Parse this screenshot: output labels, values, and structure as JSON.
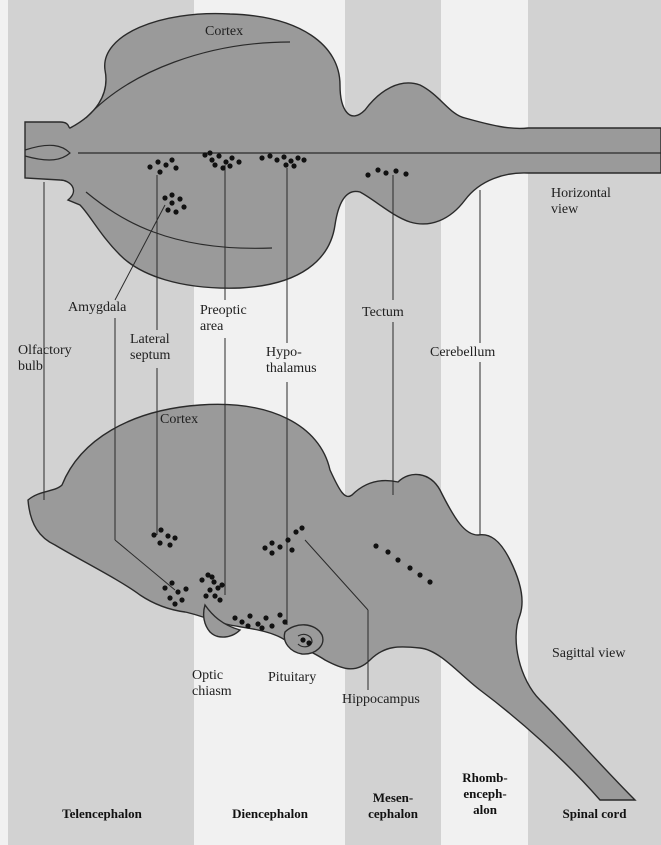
{
  "colors": {
    "band": "#d2d2d2",
    "gap": "#f1f1f1",
    "brain": "#9a9a9a",
    "outline": "#2a2a2a",
    "dot": "#111111"
  },
  "top_view": {
    "cortex": "Cortex",
    "view_label": "Horizontal\nview"
  },
  "labels": {
    "amygdala": "Amygdala",
    "olfactory_bulb": "Olfactory\nbulb",
    "lateral_septum": "Lateral\nseptum",
    "preoptic_area": "Preoptic\narea",
    "hypothalamus": "Hypo-\nthalamus",
    "tectum": "Tectum",
    "cerebellum": "Cerebellum"
  },
  "bottom_view": {
    "cortex": "Cortex",
    "view_label": "Sagittal view",
    "optic_chiasm": "Optic\nchiasm",
    "pituitary": "Pituitary",
    "hippocampus": "Hippocampus"
  },
  "regions": {
    "telencephalon": "Telencephalon",
    "diencephalon": "Diencephalon",
    "mesencephalon": "Mesen-\ncephalon",
    "rhombencephalon": "Rhomb-\nenceph-\nalon",
    "spinal_cord": "Spinal cord"
  }
}
